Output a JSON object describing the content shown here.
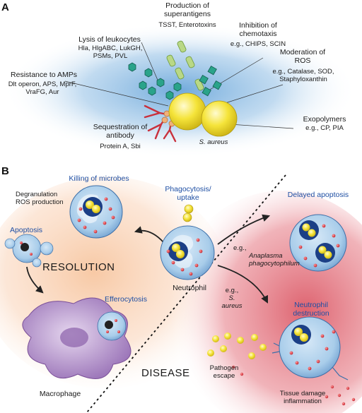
{
  "panel_a": {
    "letter": "A",
    "organism": "S. aureus",
    "labels": {
      "superantigens": {
        "title": "Production of superantigens",
        "detail": "TSST, Enterotoxins"
      },
      "chemotaxis": {
        "title": "Inhibition of chemotaxis",
        "detail": "e.g., CHIPS, SCIN"
      },
      "leukocytes": {
        "title": "Lysis of leukocytes",
        "detail": "Hla, HlgABC, LukGH, PSMs, PVL"
      },
      "ros": {
        "title": "Moderation of ROS",
        "detail": "e.g., Catalase, SOD, Staphyloxanthin"
      },
      "amps": {
        "title": "Resistance to AMPs",
        "detail": "Dlt operon, APS, MprF, VraFG, Aur"
      },
      "exopolymers": {
        "title": "Exopolymers",
        "detail": "e.g., CP, PIA"
      },
      "antibody": {
        "title": "Sequestration of antibody",
        "detail": "Protein A, Sbi"
      }
    }
  },
  "panel_b": {
    "letter": "B",
    "resolution": "RESOLUTION",
    "disease": "DISEASE",
    "killing": "Killing of microbes",
    "killing_detail": "Degranulation ROS production",
    "phagocytosis": "Phagocytosis/ uptake",
    "neutrophil": "Neutrophil",
    "apoptosis": "Apoptosis",
    "efferocytosis": "Efferocytosis",
    "macrophage": "Macrophage",
    "delayed_apoptosis": "Delayed apoptosis",
    "anaplasma_prefix": "e.g.,",
    "anaplasma": "Anaplasma phagocytophilum",
    "saureus_prefix": "e.g.,",
    "saureus": "S. aureus",
    "destruction": "Neutrophil destruction",
    "pathogen_escape": "Pathogen escape",
    "tissue_damage": "Tissue damage inflammation"
  },
  "colors": {
    "blue_glow": "#7fb3de",
    "orange_glow": "#f6c9a8",
    "red_glow": "#e0707a",
    "cell_fill": "#9ec3e6",
    "bacterium": "#f3e12a",
    "granule": "#e23b3b",
    "label_blue": "#1f4fa3",
    "macrophage": "#a784c0"
  }
}
